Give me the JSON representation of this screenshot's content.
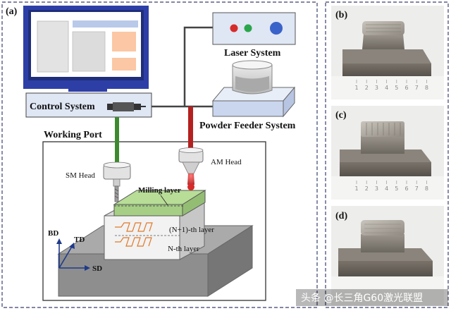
{
  "panels": {
    "a": "(a)",
    "b": "(b)",
    "c": "(c)",
    "d": "(d)"
  },
  "labels": {
    "laser_system": "Laser System",
    "control_system": "Control System",
    "powder_feeder": "Powder Feeder System",
    "working_port": "Working Port",
    "am_head": "AM Head",
    "sm_head": "SM Head",
    "milling_layer": "Milling layer",
    "n_plus_1_layer": "(N+1)-th layer",
    "n_layer": "N-th layer",
    "bd": "BD",
    "td": "TD",
    "sd": "SD"
  },
  "ruler_ticks": [
    "1",
    "2",
    "3",
    "4",
    "5",
    "6",
    "7",
    "8"
  ],
  "watermark": "头条 @长三角G60激光联盟",
  "colors": {
    "laser_beam": "#b52020",
    "sm_line": "#3d8a2e",
    "milling_layer": "#b7dd97",
    "panel_dash": "#3a3f6e",
    "block": "#8e8e8e",
    "laser_dot_red": "#d62b2b",
    "laser_dot_green": "#2aa64a",
    "laser_dot_blue": "#3a63c9"
  }
}
